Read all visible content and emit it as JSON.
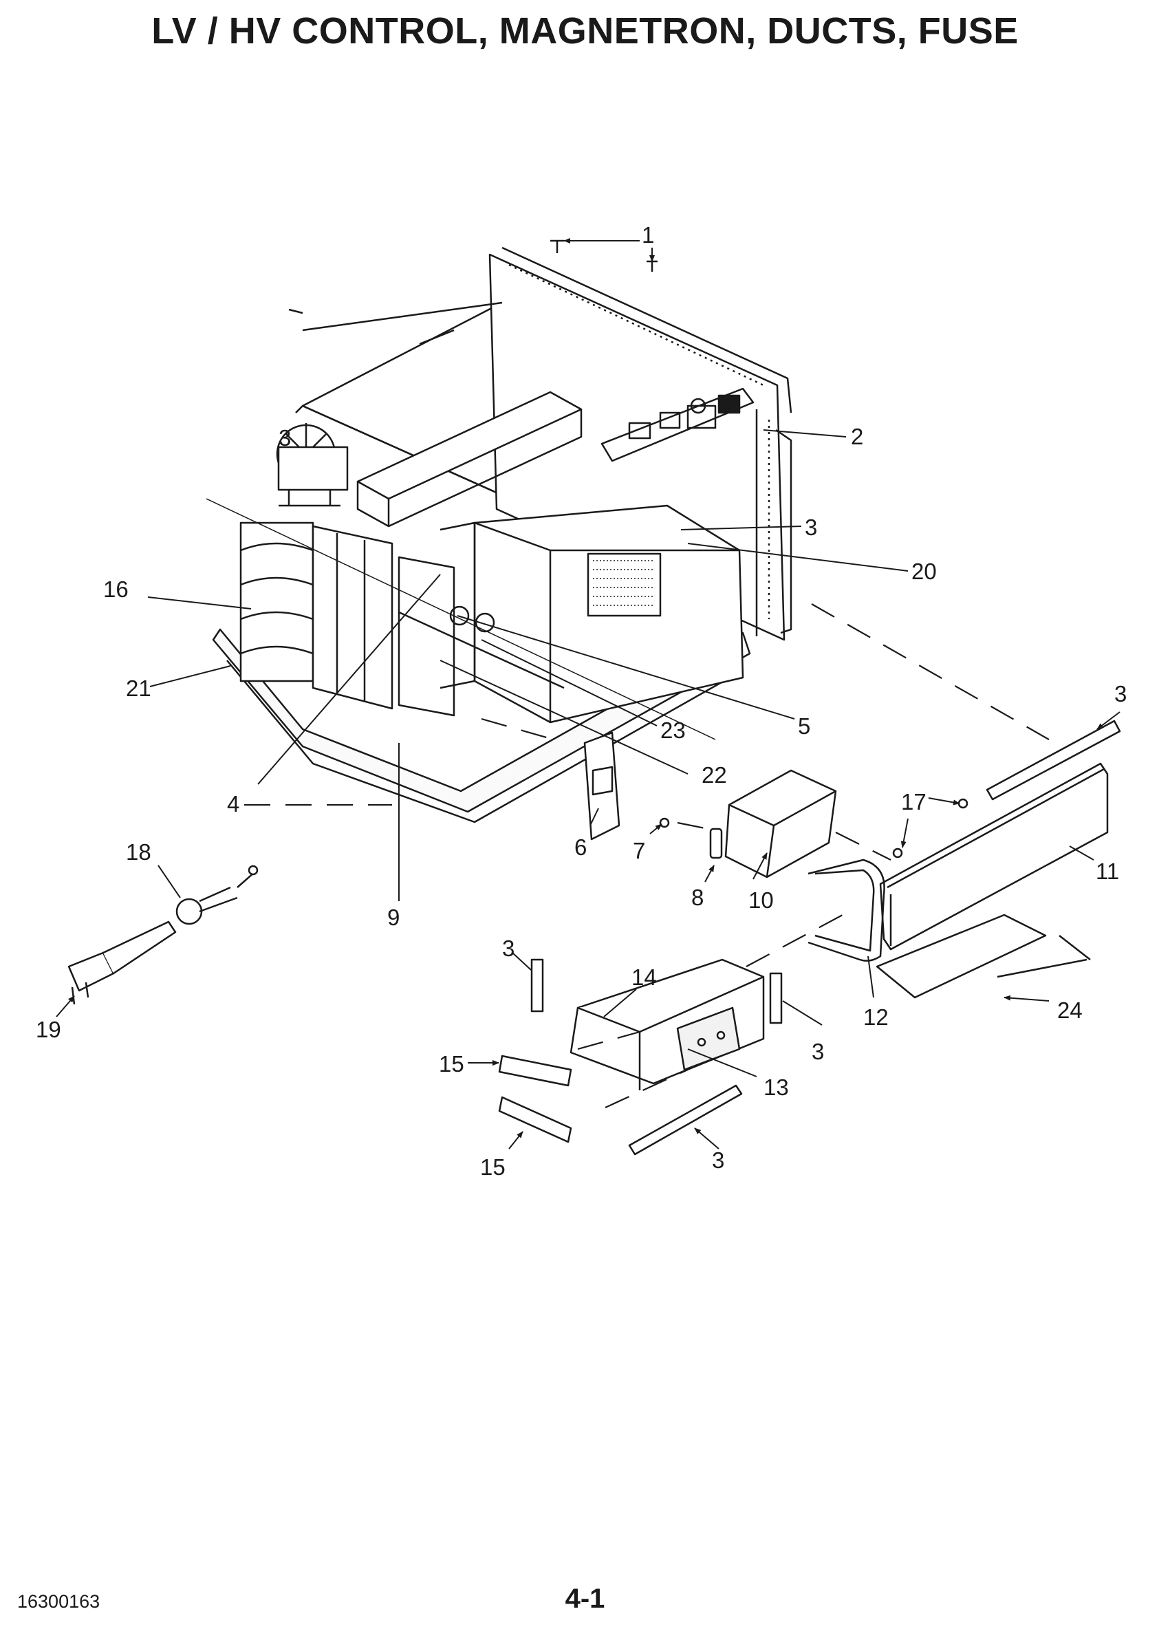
{
  "header": {
    "title": "LV / HV CONTROL, MAGNETRON, DUCTS, FUSE"
  },
  "callouts": [
    "1",
    "2",
    "3",
    "3",
    "3",
    "3",
    "3",
    "3",
    "4",
    "5",
    "6",
    "7",
    "8",
    "9",
    "10",
    "11",
    "12",
    "13",
    "14",
    "15",
    "15",
    "16",
    "17",
    "18",
    "19",
    "20",
    "21",
    "22",
    "23",
    "24"
  ],
  "footer": {
    "doc_number": "16300163",
    "page_number": "4-1"
  }
}
